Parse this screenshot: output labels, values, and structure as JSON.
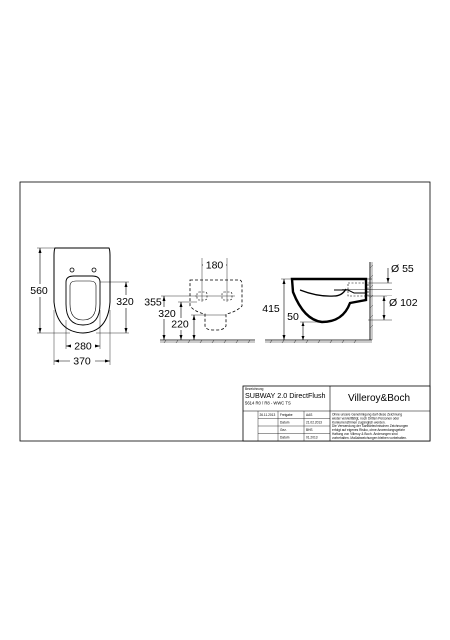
{
  "front_view": {
    "height_label": "560",
    "inner_height_label": "320",
    "inner_width_label": "280",
    "outer_width_label": "370"
  },
  "mount_view": {
    "spacing_label": "180",
    "left_high_label": "355",
    "left_low_label": "320",
    "center_low_label": "220"
  },
  "side_view": {
    "height_label": "415",
    "outlet_label": "50",
    "pipe_small_label": "Ø 55",
    "pipe_large_label": "Ø 102"
  },
  "title_block": {
    "name_caption": "Bezeichnung",
    "product_name": "SUBWAY 2.0 DirectFlush",
    "article_number": "5614 R0 / R8 - WWC TS",
    "brand": "Villeroy&Boch",
    "rows": [
      {
        "left_value": "26.11.2013",
        "label": "Freigabe",
        "value": "AAS"
      },
      {
        "left_value": "",
        "label": "Datum",
        "value": "21.02.2013"
      },
      {
        "left_value": "",
        "label": "Gez.",
        "value": "BHS"
      },
      {
        "left_value": "",
        "label": "Datum",
        "value": "01.2013"
      }
    ],
    "notice": [
      "Ohne unsere Genehmigung darf diese Zeichnung",
      "weder vervielfältigt, noch Dritten Personen oder",
      "Konkurrenzfirmen zugänglich werden.",
      "Die Verwendung der Sanitärtechnischen Zeichnungen",
      "erfolgt auf eigenes Risiko, ohne Anwendungsgefahr",
      "Haftung von Villeroy & Boch. Änderungen sind",
      "vorbehalten. Maßabweichungen bleiben vorbehalten."
    ]
  },
  "colors": {
    "ink": "#000000",
    "wall_hatch": "#333333"
  }
}
